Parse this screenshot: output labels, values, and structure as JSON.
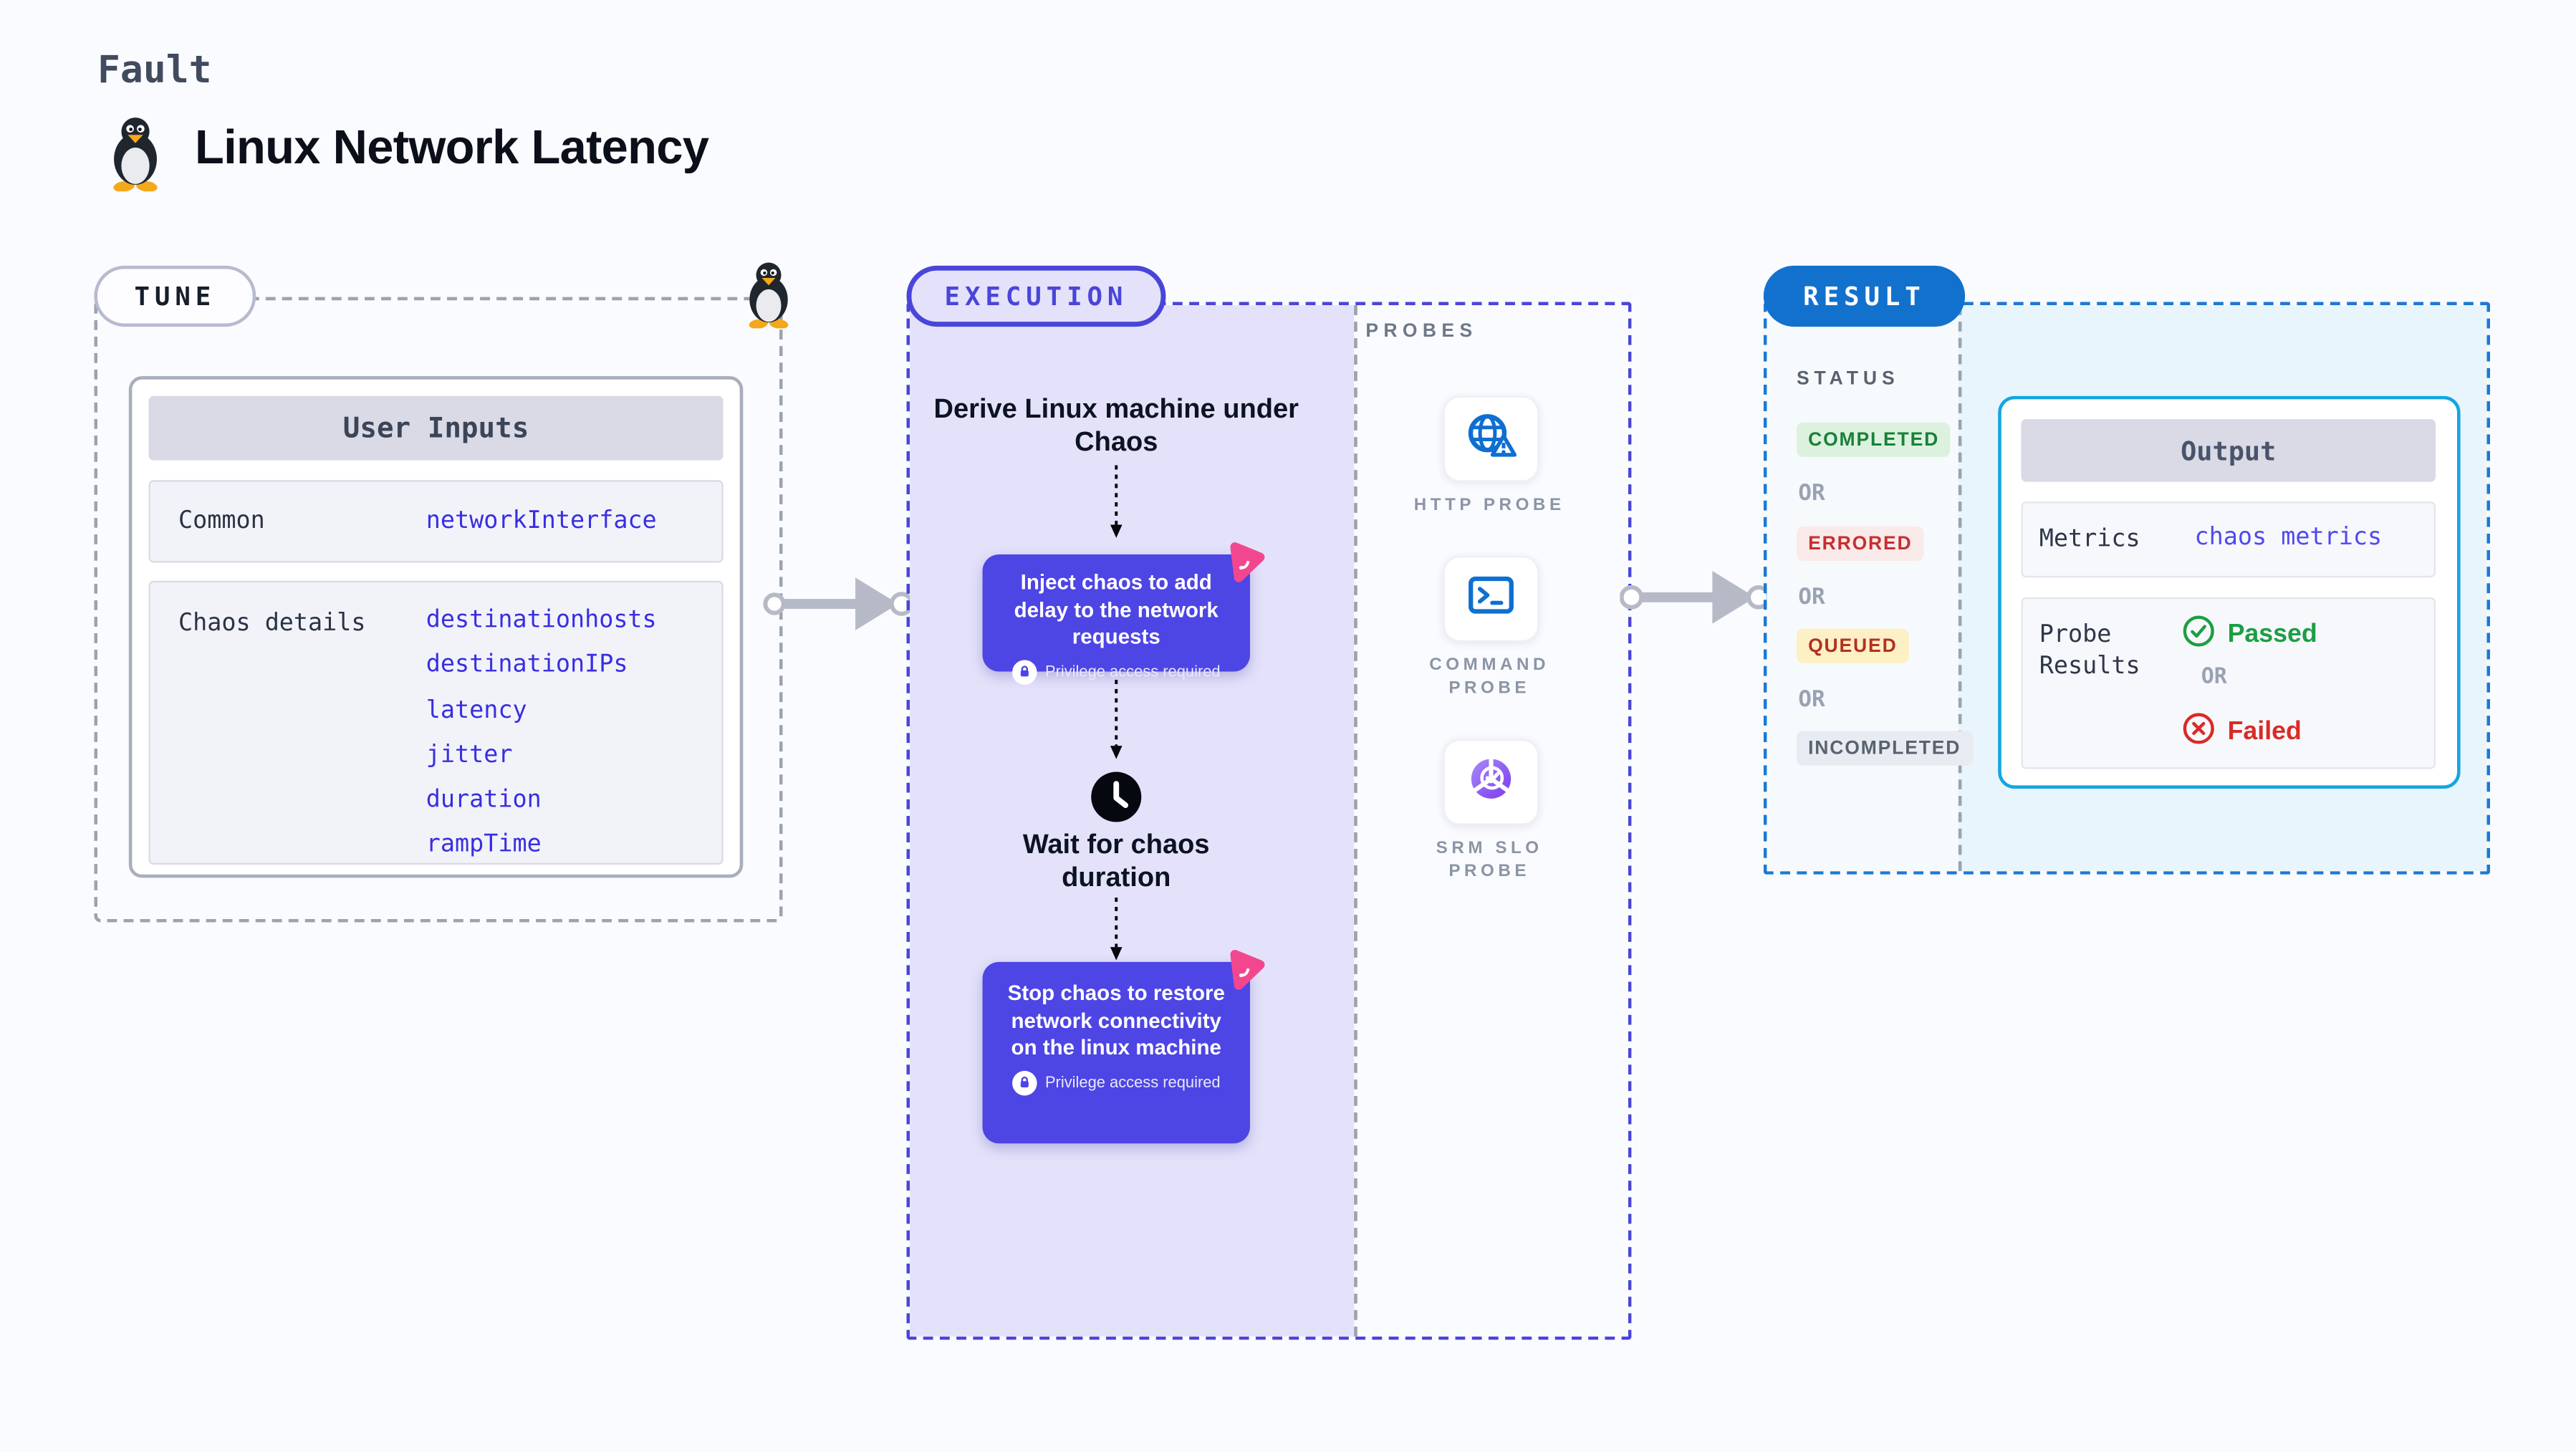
{
  "page": {
    "fault_label": "Fault",
    "title": "Linux Network Latency"
  },
  "tune": {
    "badge": "TUNE",
    "user_inputs_header": "User Inputs",
    "rows": [
      {
        "label": "Common",
        "values": [
          "networkInterface"
        ]
      },
      {
        "label": "Chaos details",
        "values": [
          "destinationhosts",
          "destinationIPs",
          "latency",
          "jitter",
          "duration",
          "rampTime"
        ]
      }
    ]
  },
  "execution": {
    "badge": "EXECUTION",
    "derive": "Derive Linux machine under Chaos",
    "inject": "Inject chaos to add delay to the network requests",
    "privilege": "Privilege access required",
    "wait": "Wait for chaos duration",
    "stop": "Stop chaos to restore network connectivity on the linux machine"
  },
  "probes": {
    "label": "PROBES",
    "items": [
      {
        "icon": "globe-warning-icon",
        "line1": "HTTP PROBE",
        "line2": ""
      },
      {
        "icon": "terminal-icon",
        "line1": "COMMAND",
        "line2": "PROBE"
      },
      {
        "icon": "slo-donut-icon",
        "line1": "SRM SLO",
        "line2": "PROBE"
      }
    ]
  },
  "result": {
    "badge": "RESULT",
    "status_label": "STATUS",
    "or": "OR",
    "statuses": [
      {
        "label": "COMPLETED",
        "fg": "#1a8038",
        "bg": "#dcf2df"
      },
      {
        "label": "ERRORED",
        "fg": "#c62f2f",
        "bg": "#fbeaea"
      },
      {
        "label": "QUEUED",
        "fg": "#b3301f",
        "bg": "#fdf0c5"
      },
      {
        "label": "INCOMPLETED",
        "fg": "#59626f",
        "bg": "#e8ebf1"
      }
    ],
    "output": {
      "header": "Output",
      "metrics_label": "Metrics",
      "metrics_value": "chaos metrics",
      "probe_results_label": "Probe Results",
      "passed": "Passed",
      "or": "OR",
      "failed": "Failed"
    }
  },
  "colors": {
    "accent_indigo": "#4a45d9",
    "node_indigo": "#4d45e4",
    "lavender": "#e4e2fa",
    "result_blue": "#1271cd",
    "result_border": "#1b79d4",
    "output_border": "#12a6e2",
    "dashed_gray": "#9aa3b0",
    "pill_gray_border": "#b7bad0",
    "arrow_gray": "#b6bac7",
    "value_blue": "#392ee2",
    "metrics_blue": "#5149f0",
    "green": "#1d9e44",
    "red": "#d92b26",
    "pink": "#f2478f",
    "probe_icon_blue": "#0e6fd0"
  }
}
